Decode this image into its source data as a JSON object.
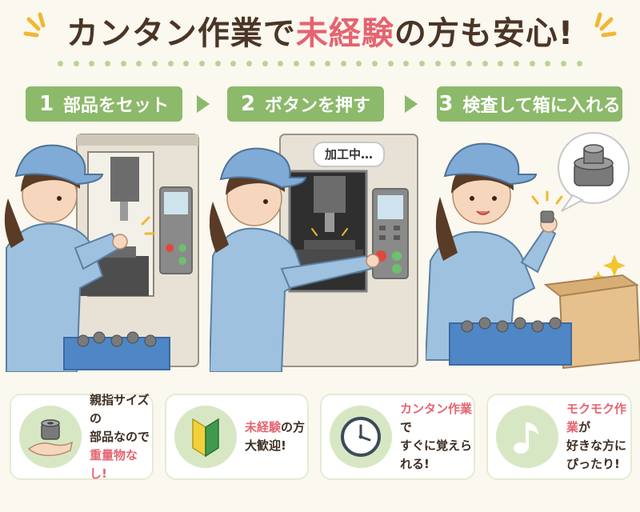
{
  "title": {
    "part1": "カンタン作業で",
    "part2": "未経験",
    "part3": "の方も安心!"
  },
  "steps": [
    {
      "num": "1",
      "label": "部品をセット"
    },
    {
      "num": "2",
      "label": "ボタンを押す"
    },
    {
      "num": "3",
      "label": "検査して箱に入れる"
    }
  ],
  "scene2": {
    "bubble": "加工中…"
  },
  "features": [
    {
      "line1": "親指サイズの",
      "line2": "部品なので",
      "line3_hl": "重量物なし!",
      "icon": "thumb-part-icon"
    },
    {
      "line1_hl": "未経験",
      "line1": "の方",
      "line2": "大歓迎!",
      "icon": "beginner-mark-icon"
    },
    {
      "line1_hl": "カンタン作業",
      "line1": "で",
      "line2": "すぐに覚えられる!",
      "icon": "clock-icon"
    },
    {
      "line1_hl": "モクモク作業",
      "line1": "が",
      "line2": "好きな方に",
      "line3": "ぴったり!",
      "icon": "music-note-icon"
    }
  ],
  "colors": {
    "accent_green": "#8cb96a",
    "highlight_red": "#e56470",
    "text_brown": "#4a3526",
    "uniform_blue": "#9fc1e0"
  }
}
